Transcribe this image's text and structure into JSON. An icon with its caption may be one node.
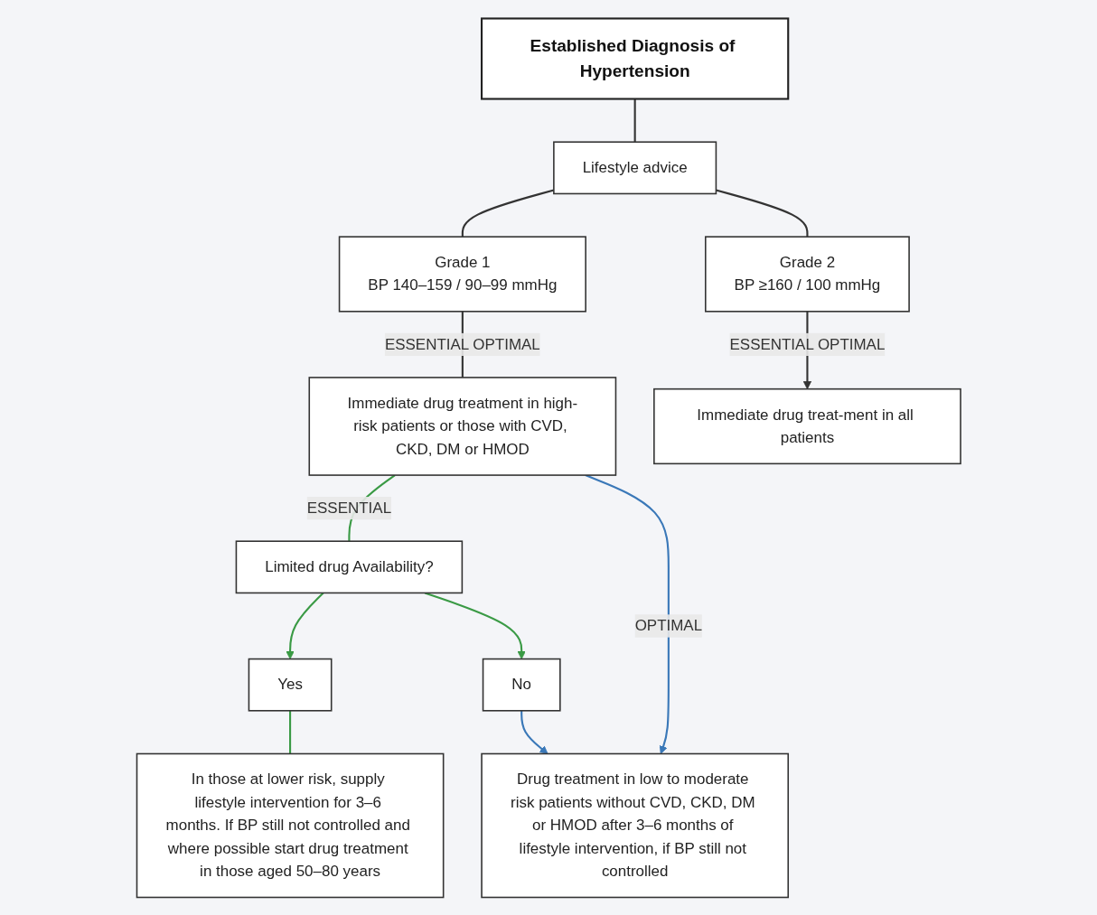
{
  "diagram": {
    "nodes": [
      {
        "text": [
          "Established Diagnosis of Hypertension"
        ]
      },
      {
        "text": [
          "Lifestyle advice"
        ]
      },
      {
        "text": [
          "Grade 1",
          "BP 140–159 / 90–99 mmHg"
        ]
      },
      {
        "text": [
          "Grade 2",
          "BP ≥160 / 100 mmHg"
        ]
      },
      {
        "text": [
          "Immediate drug treatment in high-risk patients or those with CVD, CKD, DM or HMOD"
        ]
      },
      {
        "text": [
          "Immediate drug treat-ment in all patients"
        ]
      },
      {
        "text": [
          "Limited drug Availability?"
        ]
      },
      {
        "text": [
          "Yes"
        ]
      },
      {
        "text": [
          "No"
        ]
      },
      {
        "text": [
          "Drug treatment in low to moderate risk patients without CVD, CKD, DM or HMOD after 3–6 months of lifestyle intervention, if BP still not controlled"
        ]
      },
      {
        "text": [
          "In those at lower risk, supply lifestyle intervention for 3–6 months. If BP still not controlled and where possible start drug treatment in those aged 50–80 years"
        ]
      }
    ],
    "edges": [
      {
        "from": 0,
        "to": 1,
        "arrow": "none"
      },
      {
        "from": 1,
        "to": 2,
        "arrow": "none"
      },
      {
        "from": 1,
        "to": 3,
        "arrow": "none"
      },
      {
        "from": 2,
        "to": 4,
        "arrow": "none",
        "label": "ESSENTIAL OPTIMAL"
      },
      {
        "from": 3,
        "to": 5,
        "arrow": "to",
        "label": "ESSENTIAL OPTIMAL"
      },
      {
        "from": 4,
        "to": 6,
        "arrow": "none",
        "label": "ESSENTIAL",
        "color": "#3a9a45"
      },
      {
        "from": 4,
        "to": 9,
        "arrow": "to",
        "label": "OPTIMAL",
        "color": "#3a78b8"
      },
      {
        "from": 6,
        "to": 7,
        "arrow": "to",
        "color": "#3a9a45"
      },
      {
        "from": 6,
        "to": 8,
        "arrow": "to",
        "color": "#3a9a45"
      },
      {
        "from": 8,
        "to": 9,
        "arrow": "to",
        "color": "#3a78b8"
      },
      {
        "from": 7,
        "to": 10,
        "arrow": "none",
        "color": "#3a9a45"
      }
    ]
  }
}
